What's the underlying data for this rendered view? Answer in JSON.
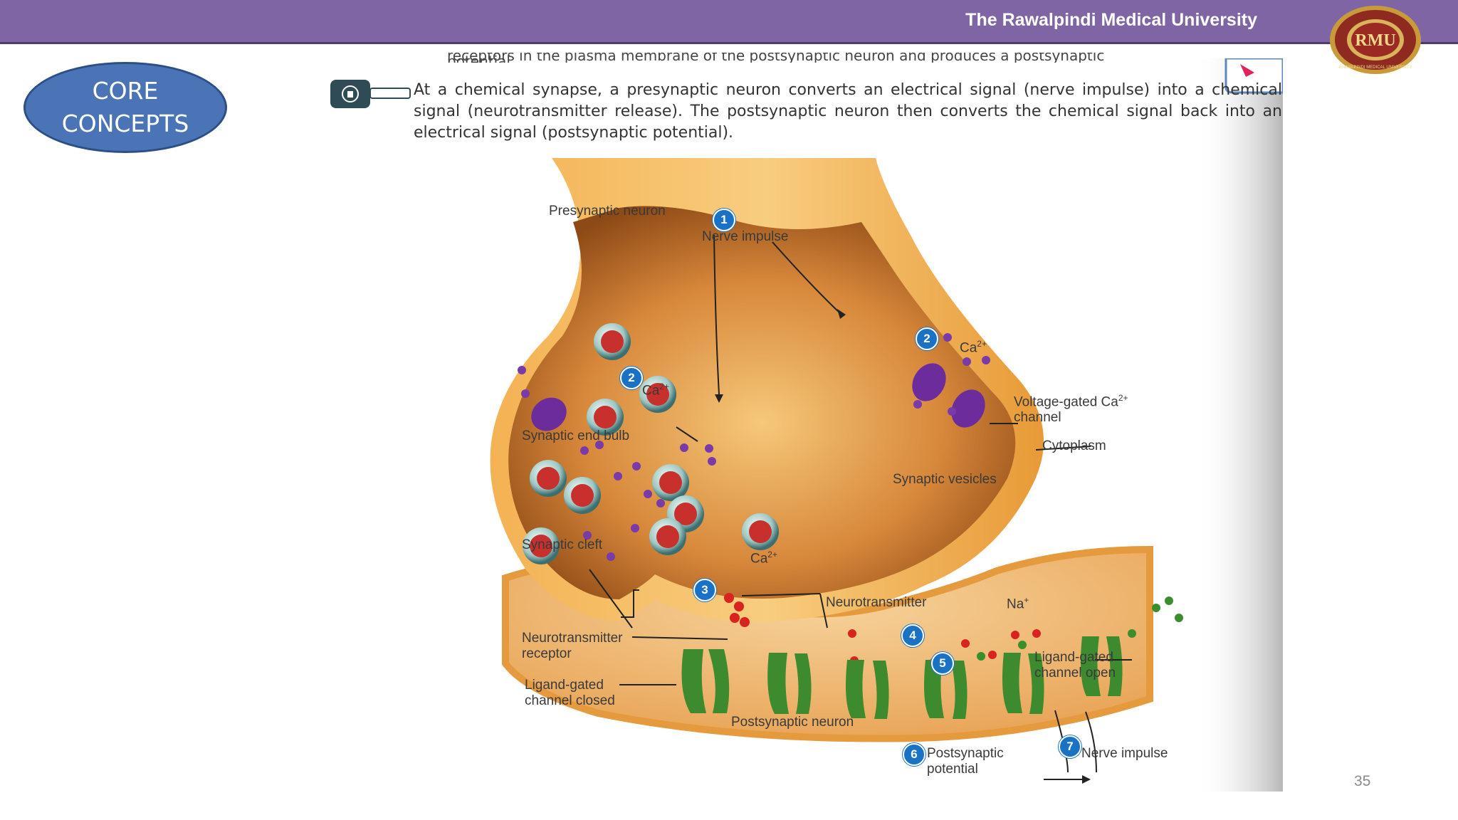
{
  "header": {
    "university_title": "The Rawalpindi Medical University",
    "logo_initials": "RMU",
    "logo_ring_text": "RAWALPINDI MEDICAL UNIVERSITY"
  },
  "badge": {
    "line1": "CORE",
    "line2": "CONCEPTS"
  },
  "caption": "At a chemical synapse, a presynaptic neuron converts an electrical signal (nerve impulse) into a chemical signal (neurotransmitter release). The postsynaptic neuron then converts the chemical signal back into an electrical signal (postsynaptic potential).",
  "caption_cut_line": "receptors in the plasma membrane of the postsynaptic neuron and produces a postsynaptic potential.",
  "labels": {
    "presynaptic_neuron": "Presynaptic neuron",
    "nerve_impulse_top": "Nerve impulse",
    "ca_left": "Ca",
    "ca_right": "Ca",
    "ca_cleft": "Ca",
    "ca_charge": "2+",
    "voltage_gated_1": "Voltage-gated Ca",
    "voltage_gated_2": "channel",
    "cytoplasm": "Cytoplasm",
    "synaptic_end_bulb": "Synaptic end bulb",
    "synaptic_vesicles": "Synaptic vesicles",
    "synaptic_cleft": "Synaptic cleft",
    "neurotransmitter": "Neurotransmitter",
    "na": "Na",
    "na_charge": "+",
    "nt_receptor_1": "Neurotransmitter",
    "nt_receptor_2": "receptor",
    "lg_closed_1": "Ligand-gated",
    "lg_closed_2": "channel closed",
    "lg_open_1": "Ligand-gated",
    "lg_open_2": "channel open",
    "postsynaptic_neuron": "Postsynaptic neuron",
    "postsynaptic_potential_1": "Postsynaptic",
    "postsynaptic_potential_2": "potential",
    "nerve_impulse_bottom": "Nerve impulse"
  },
  "steps": {
    "s1": "1",
    "s2": "2",
    "s3": "3",
    "s4": "4",
    "s5": "5",
    "s6": "6",
    "s7": "7"
  },
  "page_number": "35",
  "colors": {
    "header_bar": "#7f65a3",
    "badge_fill": "#4a74b6",
    "step_marker": "#1a72c4",
    "neuron_membrane": "#f2a640",
    "vesicle": "#c8302e",
    "calcium_ion": "#7a3aa8",
    "receptor": "#3e8a2e"
  }
}
